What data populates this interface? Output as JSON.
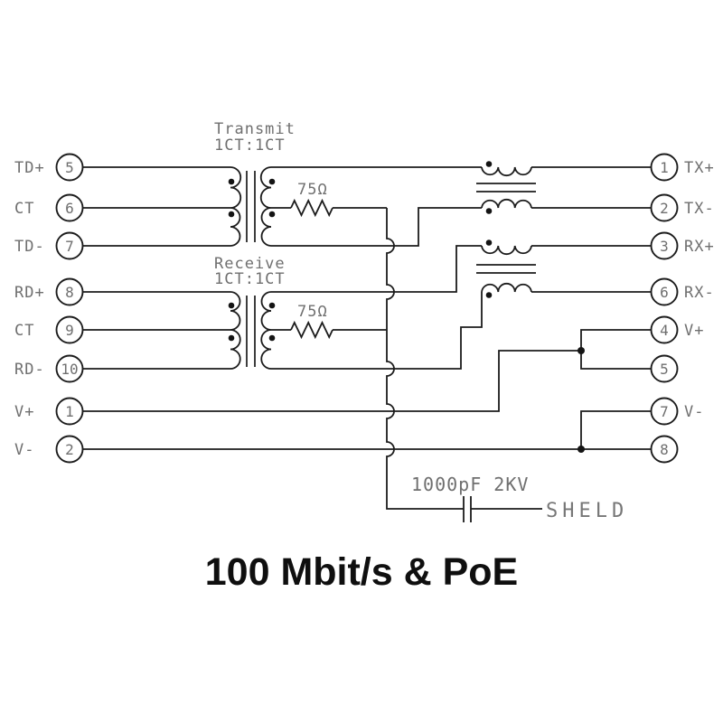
{
  "title": "100 Mbit/s & PoE",
  "colors": {
    "line": "#1c1c1c",
    "label_gray": "#6f6f6f",
    "background": "#ffffff"
  },
  "left_pins": [
    {
      "number": "5",
      "label": "TD+"
    },
    {
      "number": "6",
      "label": "CT"
    },
    {
      "number": "7",
      "label": "TD-"
    },
    {
      "number": "8",
      "label": "RD+"
    },
    {
      "number": "9",
      "label": "CT"
    },
    {
      "number": "10",
      "label": "RD-"
    },
    {
      "number": "1",
      "label": "V+"
    },
    {
      "number": "2",
      "label": "V-"
    }
  ],
  "right_pins": [
    {
      "number": "1",
      "label": "TX+"
    },
    {
      "number": "2",
      "label": "TX-"
    },
    {
      "number": "3",
      "label": "RX+"
    },
    {
      "number": "6",
      "label": "RX-"
    },
    {
      "number": "4",
      "label": "V+"
    },
    {
      "number": "5",
      "label": ""
    },
    {
      "number": "7",
      "label": "V-"
    },
    {
      "number": "8",
      "label": ""
    }
  ],
  "transformers": [
    {
      "name": "Transmit",
      "ratio": "1CT:1CT"
    },
    {
      "name": "Receive",
      "ratio": "1CT:1CT"
    }
  ],
  "resistors": [
    {
      "value": "75Ω"
    },
    {
      "value": "75Ω"
    }
  ],
  "capacitor": {
    "value": "1000pF 2KV"
  },
  "shield_label": "SHELD"
}
